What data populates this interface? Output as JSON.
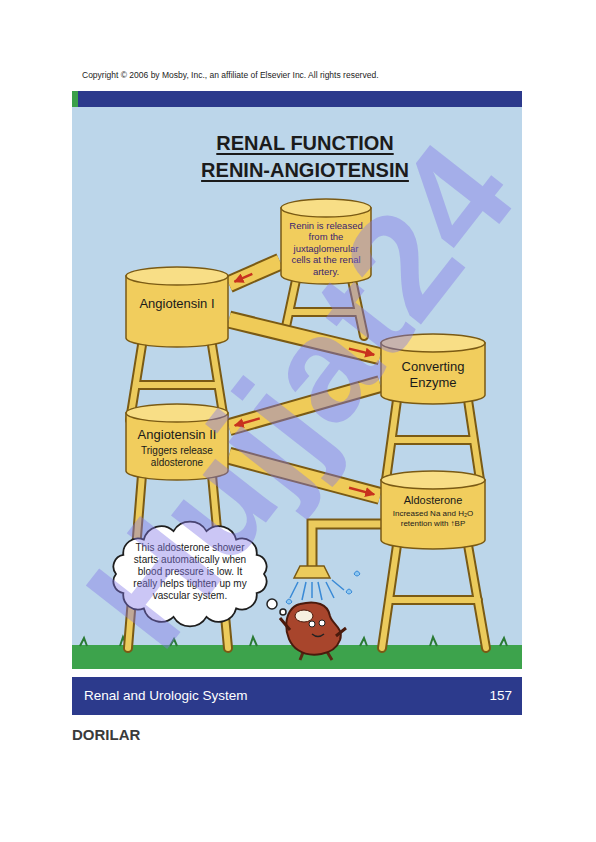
{
  "diagram": {
    "title": "RENAL FUNCTION RENIN-ANGIOTENSIN",
    "nodes": [
      {
        "text": [
          "Renin is released from the juxtaglomerular cells at the renal artery."
        ]
      },
      {
        "text": [
          "Angiotensin I"
        ]
      },
      {
        "text": [
          "Converting Enzyme"
        ]
      },
      {
        "text": [
          "Angiotensin II",
          "Triggers release aldosterone"
        ]
      },
      {
        "text": [
          "Aldosterone",
          "Increased Na and H₂O retention with ↑BP"
        ]
      },
      {
        "text": [
          "This aldosterone shower starts automatically when blood pressure is low. It really helps tighten up my vascular system."
        ]
      }
    ],
    "edges": [
      {
        "from": 0,
        "to": 1,
        "arrow": "to"
      },
      {
        "from": 1,
        "to": 2,
        "arrow": "to"
      },
      {
        "from": 2,
        "to": 3,
        "arrow": "to"
      },
      {
        "from": 3,
        "to": 4,
        "arrow": "to"
      }
    ],
    "labels": [
      "Copyright © 2006 by Mosby, Inc., an affiliate of Elsevier Inc. All rights reserved.",
      "Renal and Urologic System",
      "157",
      "DORILAR",
      "Hujjat24"
    ]
  }
}
